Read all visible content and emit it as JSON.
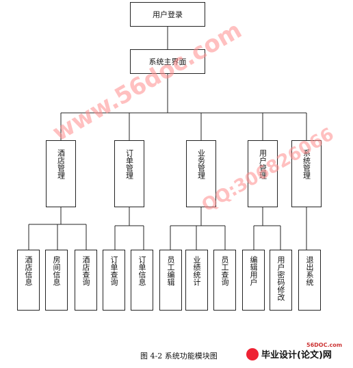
{
  "root": "用户登录",
  "main": "系统主界面",
  "modules": [
    {
      "label": "酒店管理",
      "children": [
        "酒店信息",
        "房间信息",
        "酒店查询"
      ]
    },
    {
      "label": "订单管理",
      "children": [
        "订单查询",
        "订单信息"
      ]
    },
    {
      "label": "业务管理",
      "children": [
        "员工编辑",
        "业绩统计",
        "员工查询"
      ]
    },
    {
      "label": "用户管理",
      "children": [
        "编辑用户",
        "用户密码修改"
      ]
    },
    {
      "label": "系统管理",
      "children": [
        "退出系统"
      ]
    }
  ],
  "caption": "图 4-2  系统功能模块图",
  "watermark": "www.56doc.com",
  "watermark2": "QQ:306826066",
  "logo_text": "毕业设计(论文)网",
  "logo_small": "56DOC.com"
}
